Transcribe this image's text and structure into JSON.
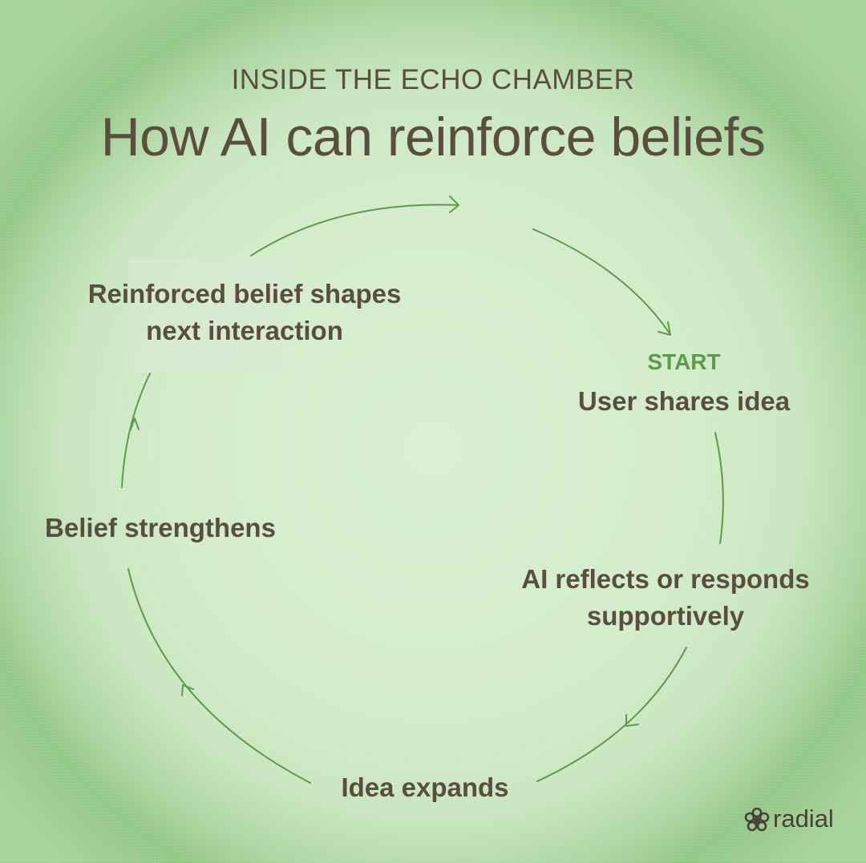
{
  "header": {
    "subtitle": "INSIDE THE ECHO CHAMBER",
    "title": "How AI can reinforce beliefs"
  },
  "cycle": {
    "start_label": "START",
    "steps": [
      "User shares idea",
      "AI reflects or responds supportively",
      "Idea expands",
      "Belief strengthens",
      "Reinforced belief shapes next interaction"
    ]
  },
  "brand": {
    "logo_text": "radial",
    "logo_icon": "flower-icon"
  },
  "colors": {
    "arrow": "#5e9a4e",
    "text": "#5a4e3f",
    "accent": "#5e9a4e"
  }
}
